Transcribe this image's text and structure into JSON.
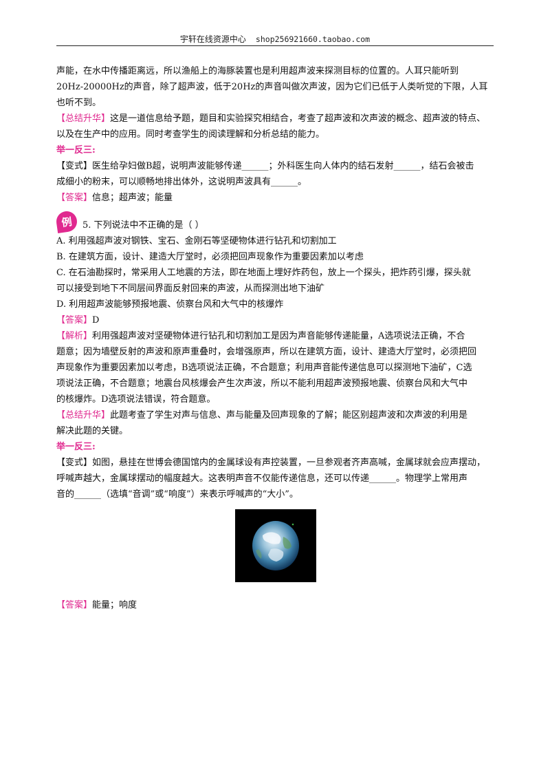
{
  "header": {
    "center": "宇轩在线资源中心",
    "shop": "shop256921660.taobao.com"
  },
  "block1": {
    "line1": "声能，在水中传播距离远，所以渔船上的海豚装置也是利用超声波来探测目标的位置的。人耳只能听到",
    "line2": "20Hz-20000Hz的声音，除了超声波，低于20Hz的声音叫做次声波，因为它们已低于人类听觉的下限，人耳",
    "line3": "也听不到。"
  },
  "summary1": {
    "tag": "【总结升华】",
    "line1": "这是一道信息给予题，题目和实验探究相结合，考查了超声波和次声波的概念、超声波的特点、",
    "line2": "以及在生产中的应用。同时考查学生的阅读理解和分析总结的能力。"
  },
  "extend1": {
    "title": "举一反三:",
    "line1": "【变式】医生给孕妇做B超，说明声波能够传递______；外科医生向人体内的结石发射______，结石会被击",
    "line2": "成细小的粉末，可以顺畅地排出体外，这说明声波具有______。",
    "answer_tag": "【答案】",
    "answer": "信息；超声波；能量"
  },
  "example": {
    "badge": "例",
    "question": "5. 下列说法中不正确的是（    ）",
    "optA": "A. 利用强超声波对钢铁、宝石、金刚石等坚硬物体进行钻孔和切割加工",
    "optB": "B. 在建筑方面，设计、建造大厅堂时，必须把回声现象作为重要因素加以考虑",
    "optC1": "C. 在石油勘探时，常采用人工地震的方法，即在地面上埋好炸药包，放上一个探头，把炸药引爆，探头就",
    "optC2": "可以接受到地下不同层间界面反射回来的声波，从而探测出地下油矿",
    "optD": "D. 利用超声波能够预报地震、侦察台风和大气中的核爆炸",
    "answer_tag": "【答案】",
    "answer": "D",
    "analysis_tag": "【解析】",
    "analysis1": "利用强超声波对坚硬物体进行钻孔和切割加工是因为声音能够传递能量，A选项说法正确，不合",
    "analysis2": "题意；因为墙壁反射的声波和原声重叠时，会增强原声，所以在建筑方面，设计、建造大厅堂时，必须把回",
    "analysis3": "声现象作为重要因素加以考虑，B选项说法正确，不合题意；利用声音能传递信息可以探测地下油矿，C选",
    "analysis4": "项说法正确，不合题意；地震台风核爆会产生次声波，所以不能利用超声波预报地震、侦察台风和大气中",
    "analysis5": "的核爆炸。D选项说法错误，符合题意。",
    "summary_tag": "【总结升华】",
    "summary1": "此题考查了学生对声与信息、声与能量及回声现象的了解；能区别超声波和次声波的利用是",
    "summary2": "解决此题的关键。"
  },
  "extend2": {
    "title": "举一反三:",
    "line1": "【变式】如图，悬挂在世博会德国馆内的金属球设有声控装置，一旦参观者齐声高喊，金属球就会应声摆动，",
    "line2": "呼喊声越大，金属球摆动的幅度越大。这表明声音不仅能传递信息，还可以传递______。物理学上常用声",
    "line3": "音的______（选填“音调”或“响度”）来表示呼喊声的“大小”。",
    "answer_tag": "【答案】",
    "answer": "能量；响度"
  }
}
